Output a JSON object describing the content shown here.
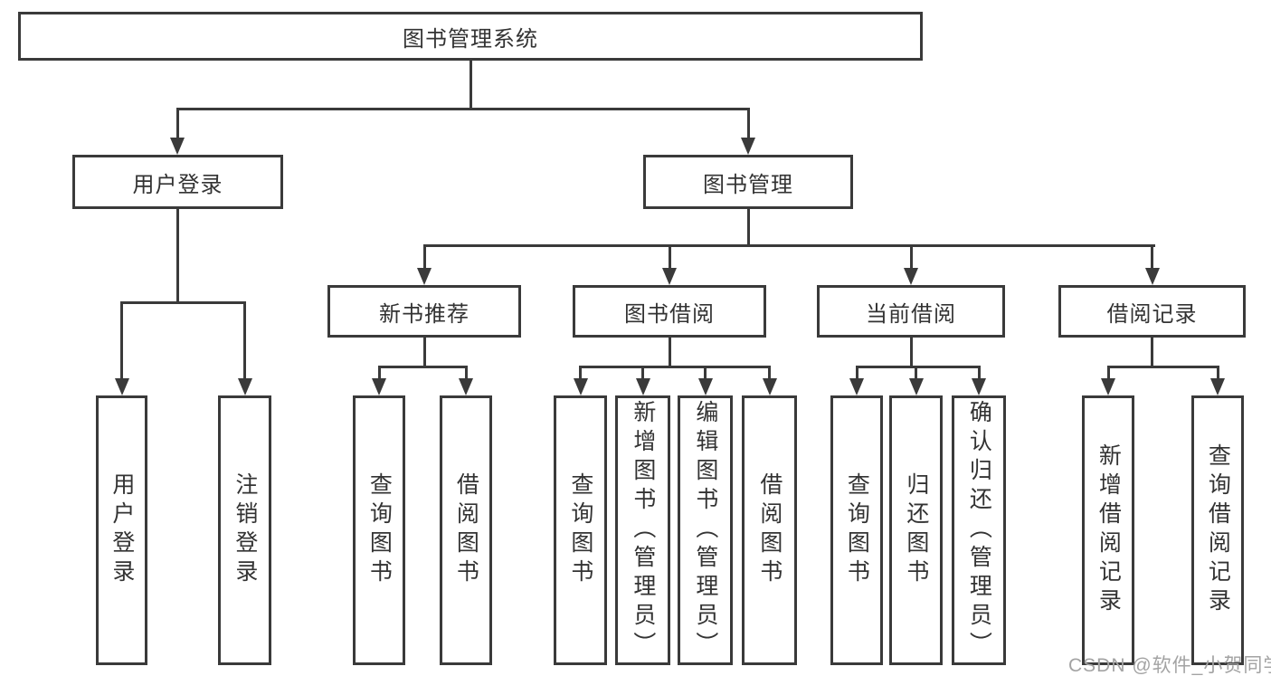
{
  "diagram": {
    "root": "图书管理系统",
    "user_login": {
      "label": "用户登录",
      "children": [
        "用户登录",
        "注销登录"
      ]
    },
    "book_mgmt": {
      "label": "图书管理"
    },
    "modules": [
      {
        "label": "新书推荐",
        "children": [
          "查询图书",
          "借阅图书"
        ]
      },
      {
        "label": "图书借阅",
        "children": [
          "查询图书",
          "新增图书（管理员）",
          "编辑图书（管理员）",
          "借阅图书"
        ]
      },
      {
        "label": "当前借阅",
        "children": [
          "查询图书",
          "归还图书",
          "确认归还（管理员）"
        ]
      },
      {
        "label": "借阅记录",
        "children": [
          "新增借阅记录",
          "查询借阅记录"
        ]
      }
    ]
  },
  "watermark": "CSDN @软件_小贺同学",
  "colors": {
    "line": "#3a3a3a",
    "text": "#333333",
    "watermark": "#a3a3a3",
    "background": "#ffffff"
  }
}
